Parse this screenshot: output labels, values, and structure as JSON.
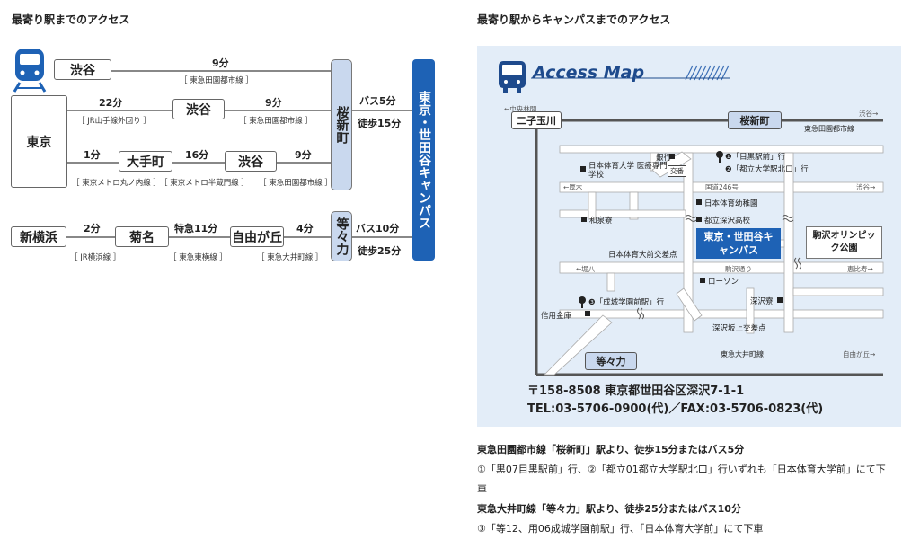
{
  "left": {
    "heading": "最寄り駅までのアクセス",
    "stations": {
      "tokyo": "東京",
      "shibuya": "渋谷",
      "otemachi": "大手町",
      "shinyokohama": "新横浜",
      "kikuna": "菊名",
      "jiyugaoka": "自由が丘",
      "sakurashinmachi": "桜新町",
      "todoroki": "等々力",
      "campus": "東京・世田谷キャンパス"
    },
    "route1": {
      "time": "9分",
      "line": "［ 東急田園都市線 ］"
    },
    "route2": {
      "time1": "22分",
      "line1": "［ JR山手線外回り ］",
      "time2": "9分",
      "line2": "［ 東急田園都市線 ］"
    },
    "route3": {
      "time1": "1分",
      "line1": "［ 東京メトロ丸ノ内線 ］",
      "time2": "16分",
      "line2": "［ 東京メトロ半蔵門線 ］",
      "time3": "9分",
      "line3": "［ 東急田園都市線 ］"
    },
    "route4": {
      "time1": "2分",
      "line1": "［ JR横浜線 ］",
      "time2": "特急11分",
      "line2": "［ 東急東横線 ］",
      "time3": "4分",
      "line3": "［ 東急大井町線 ］"
    },
    "sakura_bus": "バス5分",
    "sakura_walk": "徒歩15分",
    "todo_bus": "バス10分",
    "todo_walk": "徒歩25分"
  },
  "right": {
    "heading": "最寄り駅からキャンパスまでのアクセス",
    "map": {
      "title": "Access Map",
      "to_futako": "←中央林間",
      "futako": "二子玉川",
      "sakura": "桜新町",
      "to_shibuya": "渋谷→",
      "denen": "東急田園都市線",
      "ginko": "銀行",
      "koban": "交番",
      "nittai_med": "日本体育大学 医療専門学校",
      "bus1": "❶「目黒駅前」行",
      "bus2": "❷「都立大学駅北口」行",
      "route246_l": "←厚木",
      "route246": "国道246号",
      "route246_r": "渋谷→",
      "kindergarten": "日本体育幼稚園",
      "wakoryo": "和泉寮",
      "highschool": "都立深沢高校",
      "campus": "東京・世田谷キャンパス",
      "komazawa": "駒沢オリンピック公園",
      "nittai_mae": "日本体育大前交差点",
      "road2_l": "←堀八",
      "road2": "駒沢通り",
      "road2_r": "恵比寿→",
      "lawson": "ローソン",
      "bus3": "❸「成城学園前駅」行",
      "fukasawaryo": "深沢寮",
      "shinyo": "信用金庫",
      "fukasawa_cross": "深沢坂上交差点",
      "todoroki": "等々力",
      "oimachi": "東急大井町線",
      "to_jiyu": "自由が丘→",
      "address": "〒158-8508 東京都世田谷区深沢7-1-1",
      "tel": "TEL:03-5706-0900(代)／FAX:03-5706-0823(代)"
    },
    "info1_title": "東急田園都市線「桜新町」駅より、徒歩15分またはバス5分",
    "info1_a": "①「黒07目黒駅前」行、②「都立01都立大学駅北口」行いずれも「日本体育大学前」にて下",
    "info1_b": "車",
    "info2_title": "東急大井町線「等々力」駅より、徒歩25分またはバス10分",
    "info2_a": "③「等12、用06成城学園前駅」行、「日本体育大学前」にて下車"
  },
  "colors": {
    "accent": "#1e62b5",
    "station": "#c9d8ee",
    "map_bg": "#e3edf8"
  }
}
